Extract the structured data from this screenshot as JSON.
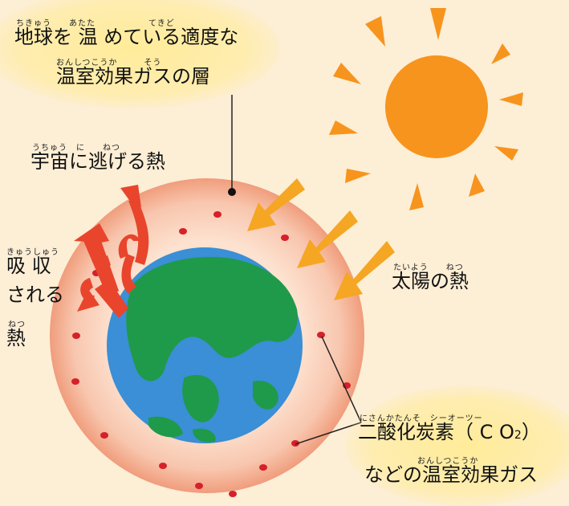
{
  "labels": {
    "greenhouse_layer_line1": "地球を 温 めている適度な",
    "greenhouse_layer_line1_ruby": "ちきゅう　　あたた　　　　　　てきど",
    "greenhouse_layer_line2": "温室効果ガスの層",
    "greenhouse_layer_line2_ruby": "おんしつこうか　　　そう",
    "escape_heat": "宇宙に逃げる熱",
    "escape_heat_ruby": "うちゅう　に　　ねつ",
    "absorbed_1": "吸 収",
    "absorbed_ruby": "きゅうしゅう",
    "absorbed_2": "される",
    "absorbed_3": "熱",
    "absorbed_3_ruby": "ねつ",
    "solar_heat": "太陽の熱",
    "solar_heat_ruby": "たいよう　　ねつ",
    "co2_line1": "二酸化炭素（ C O",
    "co2_subscript": "2",
    "co2_close": "）",
    "co2_ruby": "にさんかたんそ　シーオーツー",
    "co2_line2": "などの温室効果ガス",
    "co2_line2_ruby": "おんしつこうか"
  },
  "colors": {
    "background": "#fdeed6",
    "sun": "#f7941d",
    "sun_ray": "#f7941d",
    "solar_arrow": "#f5a623",
    "escape_arrow": "#e8452c",
    "atmosphere": "#f4b69a",
    "earth_ocean": "#3a8fd6",
    "earth_land": "#1f9a4a",
    "gas_dot": "#d6202a"
  },
  "icons": [
    "sun-icon",
    "earth-icon",
    "arrow-icon"
  ]
}
